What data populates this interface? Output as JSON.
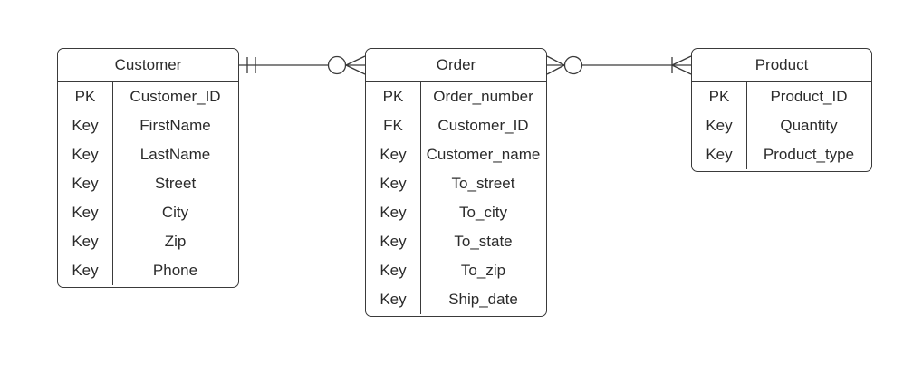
{
  "entities": {
    "customer": {
      "title": "Customer",
      "rows": [
        {
          "key": "PK",
          "field": "Customer_ID"
        },
        {
          "key": "Key",
          "field": "FirstName"
        },
        {
          "key": "Key",
          "field": "LastName"
        },
        {
          "key": "Key",
          "field": "Street"
        },
        {
          "key": "Key",
          "field": "City"
        },
        {
          "key": "Key",
          "field": "Zip"
        },
        {
          "key": "Key",
          "field": "Phone"
        }
      ]
    },
    "order": {
      "title": "Order",
      "rows": [
        {
          "key": "PK",
          "field": "Order_number"
        },
        {
          "key": "FK",
          "field": "Customer_ID"
        },
        {
          "key": "Key",
          "field": "Customer_name"
        },
        {
          "key": "Key",
          "field": "To_street"
        },
        {
          "key": "Key",
          "field": "To_city"
        },
        {
          "key": "Key",
          "field": "To_state"
        },
        {
          "key": "Key",
          "field": "To_zip"
        },
        {
          "key": "Key",
          "field": "Ship_date"
        }
      ]
    },
    "product": {
      "title": "Product",
      "rows": [
        {
          "key": "PK",
          "field": "Product_ID"
        },
        {
          "key": "Key",
          "field": "Quantity"
        },
        {
          "key": "Key",
          "field": "Product_type"
        }
      ]
    }
  },
  "relationships": [
    {
      "from": "Customer",
      "to": "Order",
      "from_cardinality": "exactly-one",
      "to_cardinality": "zero-or-many"
    },
    {
      "from": "Order",
      "to": "Product",
      "from_cardinality": "zero-or-many",
      "to_cardinality": "one-or-many"
    }
  ],
  "colors": {
    "line": "#3a3a3a",
    "text": "#2b2b2b",
    "background": "#ffffff"
  }
}
